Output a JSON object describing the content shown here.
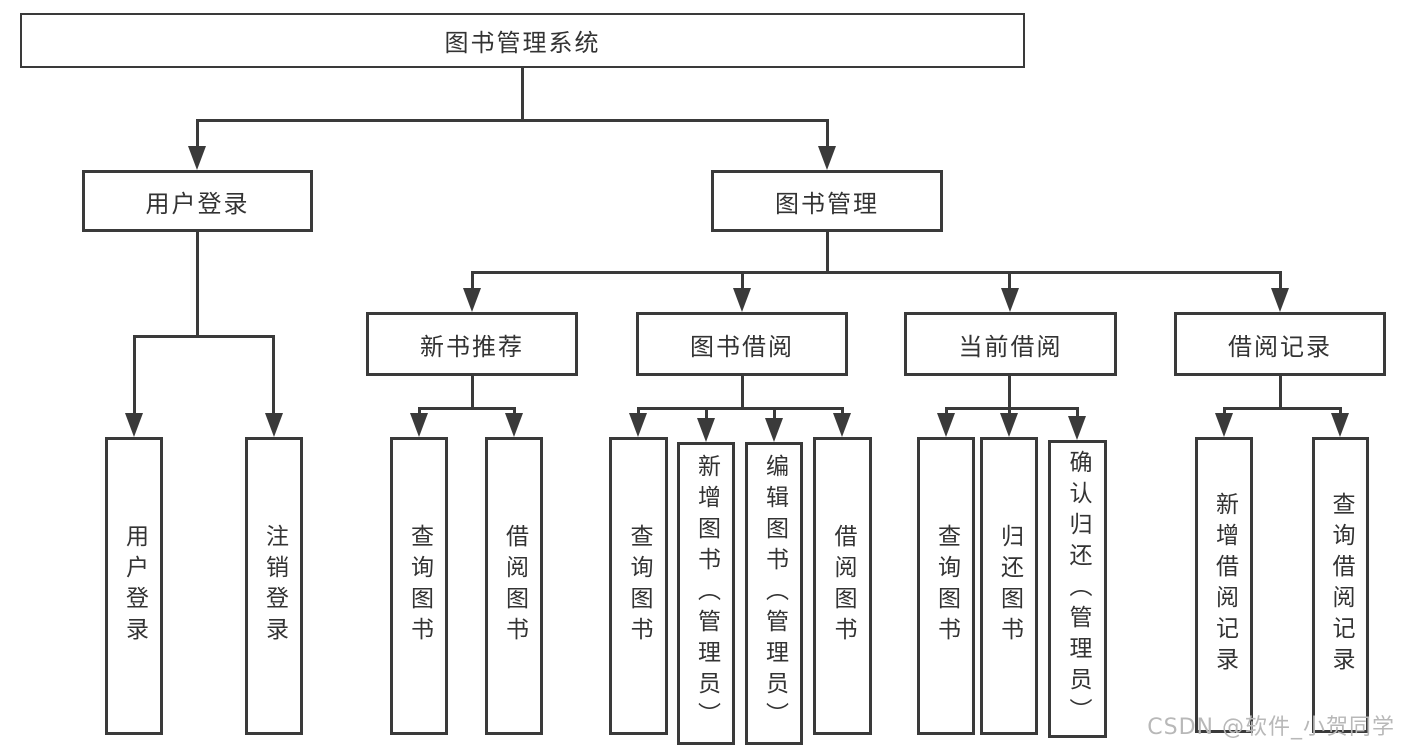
{
  "diagram": {
    "root": "图书管理系统",
    "level2": [
      "用户登录",
      "图书管理"
    ],
    "level3": [
      "新书推荐",
      "图书借阅",
      "当前借阅",
      "借阅记录"
    ],
    "leaves": {
      "user_login": [
        "用户登录",
        "注销登录"
      ],
      "new_book_recommend": [
        "查询图书",
        "借阅图书"
      ],
      "book_borrow": [
        "查询图书",
        "新增图书（管理员）",
        "编辑图书（管理员）",
        "借阅图书"
      ],
      "current_borrow": [
        "查询图书",
        "归还图书",
        "确认归还（管理员）"
      ],
      "borrow_records": [
        "新增借阅记录",
        "查询借阅记录"
      ]
    }
  },
  "watermark": {
    "text": "CSDN @软件_小贺同学"
  },
  "colors": {
    "line": "#3a3a3a",
    "text": "#333333",
    "watermark": "#b8b8b8",
    "background": "#ffffff"
  }
}
